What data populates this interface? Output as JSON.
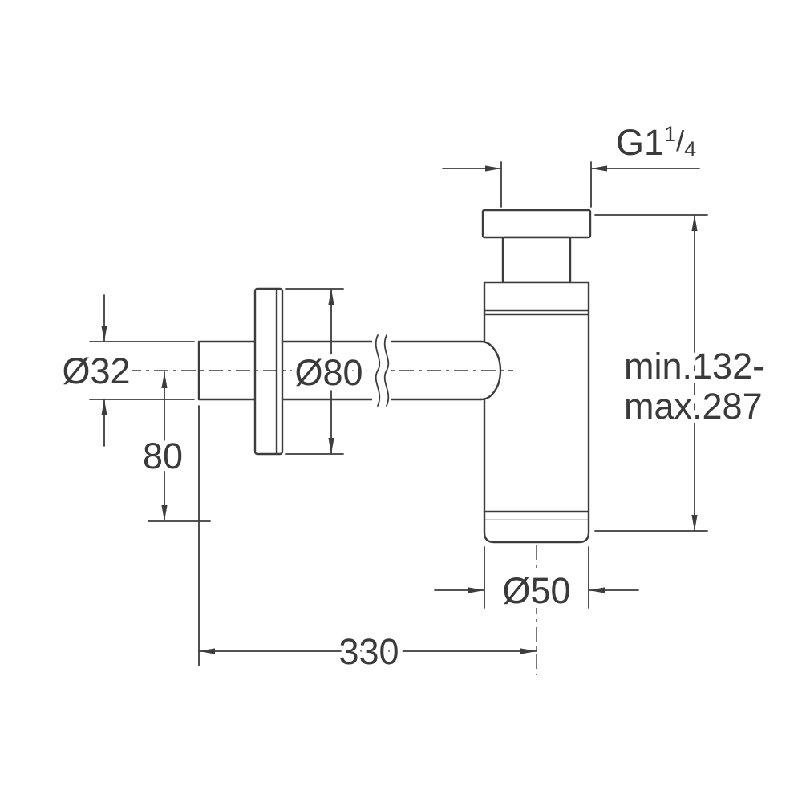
{
  "page": {
    "background_color": "#ffffff",
    "line_color": "#3d3d3d",
    "text_color": "#3a3a3a"
  },
  "drawing": {
    "kind": "dimensional-technical-drawing",
    "subject": "bottle-trap-siphon",
    "labels": {
      "thread_size": {
        "prefix": "G1",
        "numerator": "1",
        "fraction_slash": "/",
        "denominator": "4"
      },
      "height_range": {
        "line1": "min.132-",
        "line2": "max.287"
      },
      "inlet_pipe_diameter": "Ø32",
      "wall_flange_diameter": "Ø80",
      "outlet_drop": "80",
      "overall_length": "330",
      "body_diameter": "Ø50"
    }
  }
}
